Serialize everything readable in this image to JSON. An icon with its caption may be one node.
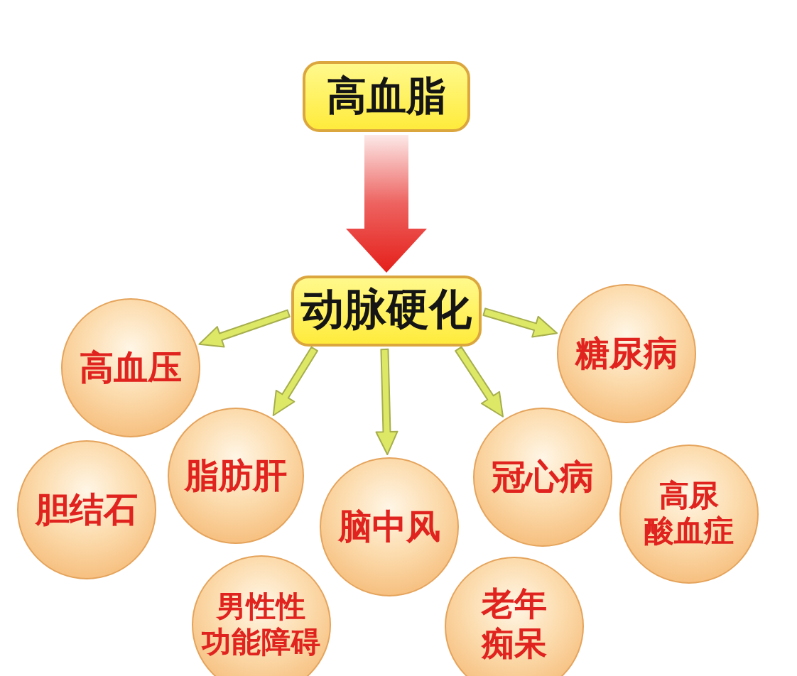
{
  "diagram": {
    "nodes": [
      {
        "text": [
          "高血脂"
        ]
      },
      {
        "text": [
          "动脉硬化"
        ]
      },
      {
        "text": [
          "高血压"
        ]
      },
      {
        "text": [
          "糖尿病"
        ]
      },
      {
        "text": [
          "胆结石"
        ]
      },
      {
        "text": [
          "脂肪肝"
        ]
      },
      {
        "text": [
          "脑中风"
        ]
      },
      {
        "text": [
          "冠心病"
        ]
      },
      {
        "text": [
          "高尿酸血症"
        ]
      },
      {
        "text": [
          "男性性功能障碍"
        ]
      },
      {
        "text": [
          "老年痴呆"
        ]
      }
    ],
    "edges": [
      {
        "from": 0,
        "to": 1,
        "arrow": "to",
        "style": "thick",
        "color": "#e51f1a"
      },
      {
        "from": 1,
        "to": 2,
        "arrow": "to"
      },
      {
        "from": 1,
        "to": 5,
        "arrow": "to"
      },
      {
        "from": 1,
        "to": 6,
        "arrow": "to"
      },
      {
        "from": 1,
        "to": 7,
        "arrow": "to"
      },
      {
        "from": 1,
        "to": 3,
        "arrow": "to"
      }
    ]
  }
}
